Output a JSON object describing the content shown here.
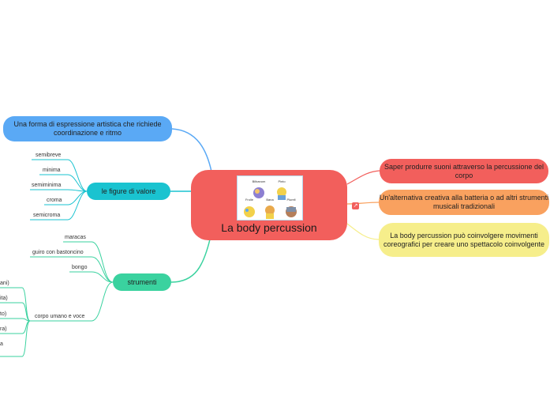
{
  "central": {
    "title": "La body percussion",
    "image_labels": [
      "Bilbanom",
      "Pinto",
      "Frolle",
      "Bana",
      "Plumfi"
    ]
  },
  "left": {
    "definition": "Una forma di espressione artistica che richiede coordinazione e ritmo",
    "figure": {
      "label": "le figure di valore",
      "items": [
        "semibreve",
        "minima",
        "semiminima",
        "croma",
        "semicroma"
      ]
    },
    "strumenti": {
      "label": "strumenti",
      "items": [
        "maracas",
        "guiro con bastoncino",
        "bongo",
        "corpo umano e voce"
      ],
      "subitems": [
        "ani)",
        "ita)",
        "to)",
        "ra)",
        "a"
      ]
    }
  },
  "right": {
    "items": [
      "Saper produrre suoni attraverso la percussione del corpo",
      "Un'alternativa creativa alla batteria o ad altri strumenti musicali tradizionali",
      "La body percussion può coinvolgere movimenti coreografici per creare uno spettacolo coinvolgente"
    ]
  },
  "colors": {
    "central": "#f25f5c",
    "definition": "#5aa9f5",
    "figure": "#1ac3d0",
    "strumenti": "#3ad29f",
    "right1": "#f25f5c",
    "right2": "#f9a15f",
    "right3": "#f6ee8b"
  }
}
